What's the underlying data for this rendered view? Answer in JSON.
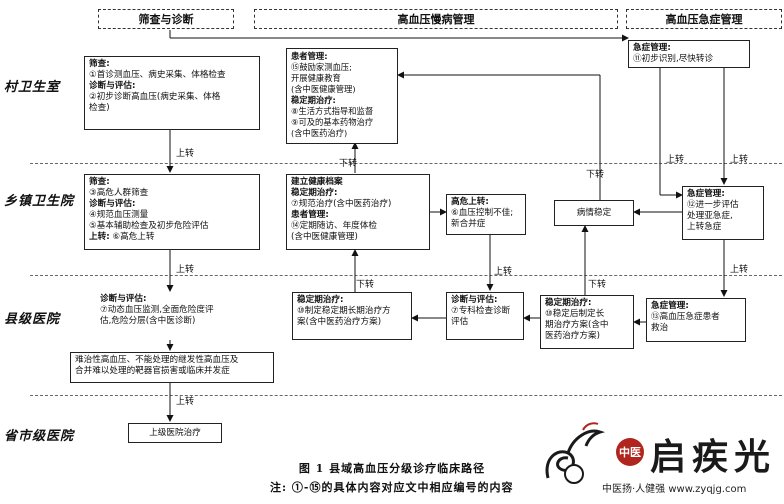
{
  "headers": {
    "screening": "筛查与诊断",
    "chronic": "高血压慢病管理",
    "emergency": "高血压急症管理"
  },
  "levels": {
    "village": "村卫生室",
    "township": "乡镇卫生院",
    "county": "县级医院",
    "city": "省市级医院"
  },
  "boxes": {
    "village_screen": [
      "筛查:",
      "①首诊测血压、病史采集、体格检查",
      "诊断与评估:",
      "②初步诊断高血压(病史采集、体格",
      "检查)"
    ],
    "village_chronic": [
      "患者管理:",
      "⑮鼓励家测血压;",
      "开展健康教育",
      "(含中医健康管理)",
      "稳定期治疗:",
      "⑧生活方式指导和监督",
      "⑨可及的基本药物治疗",
      "(含中医药治疗)"
    ],
    "village_emergency": [
      "急症管理:",
      "⑪初步识别,尽快转诊"
    ],
    "township_screen": [
      "筛查:",
      "③高危人群筛查",
      "诊断与评估:",
      "④规范血压测量",
      "⑤基本辅助检查及初步危险评估",
      "上转:",
      "⑥高危上转"
    ],
    "township_chronic": [
      "建立健康档案",
      "稳定期治疗:",
      "⑦规范治疗(含中医药治疗)",
      "患者管理:",
      "⑭定期随访、年度体检",
      "(含中医健康管理)"
    ],
    "township_referral": [
      "高危上转:",
      "⑥血压控制不佳;",
      "新合并症"
    ],
    "township_stable": [
      "病情稳定"
    ],
    "township_emergency": [
      "急症管理:",
      "⑫进一步评估",
      "处理亚急症,",
      "上转急症"
    ],
    "county_diag": [
      "诊断与评估:",
      "⑦动态血压监测,全面危险度评",
      "估,危险分层(含中医诊断)"
    ],
    "county_stable1": [
      "稳定期治疗:",
      "⑩制定稳定期长期治疗方",
      "案(含中医药治疗方案)"
    ],
    "county_diag2": [
      "诊断与评估:",
      "⑦专科检查诊断",
      "评估"
    ],
    "county_stable2": [
      "稳定期治疗:",
      "⑩稳定后制定长",
      "期治疗方案(含中",
      "医药治疗方案)"
    ],
    "county_emergency": [
      "急症管理:",
      "⑬高血压急症患者",
      "救治"
    ],
    "refractory": [
      "难治性高血压、不能处理的继发性高血压及",
      "合并难以处理的靶器官损害或临床并发症"
    ],
    "city": [
      "上级医院治疗"
    ]
  },
  "labels": {
    "up_transfer": "上转",
    "down_transfer": "下转"
  },
  "caption": "图 1 县域高血压分级诊疗临床路径",
  "note": "注: ①-⑮的具体内容对应文中相应编号的内容",
  "watermark": {
    "badge": "中医",
    "name": "启疾光",
    "sub": "中医扬·人健强   www.zyqjg.com"
  }
}
